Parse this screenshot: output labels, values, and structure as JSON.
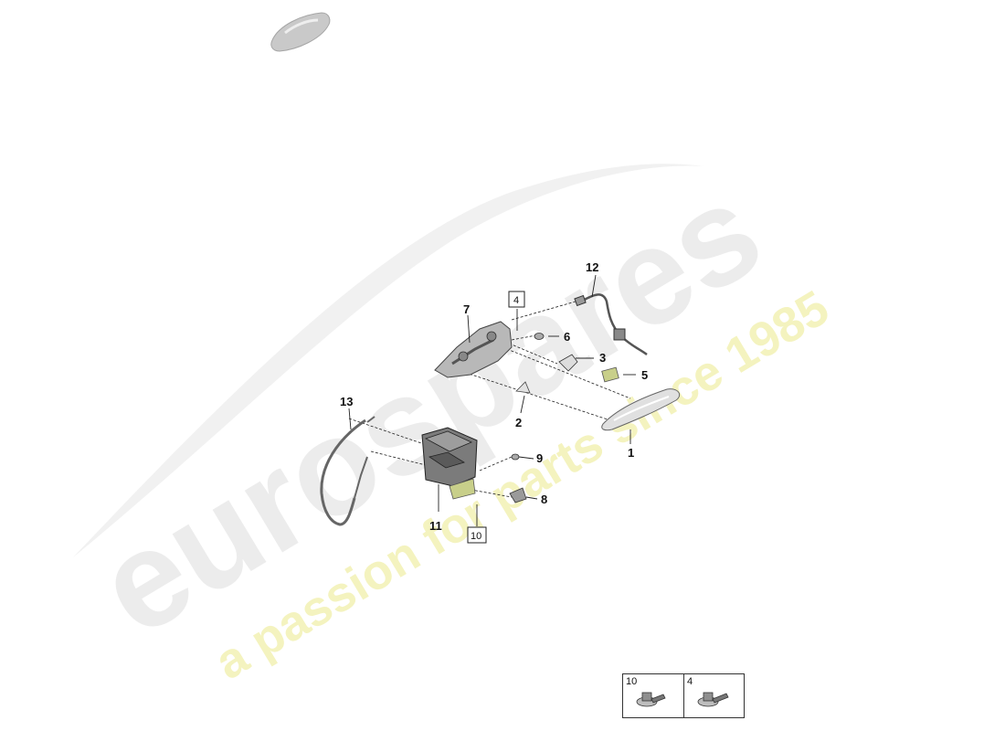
{
  "watermark": {
    "brand": "eurospares",
    "tagline": "a passion for parts since 1985"
  },
  "callouts": {
    "c1": "1",
    "c2": "2",
    "c3": "3",
    "c4": "4",
    "c5": "5",
    "c6": "6",
    "c7": "7",
    "c8": "8",
    "c9": "9",
    "c10": "10",
    "c11": "11",
    "c12": "12",
    "c13": "13"
  },
  "legend": {
    "items": [
      {
        "number": "10",
        "icon": "flange-screw-icon"
      },
      {
        "number": "4",
        "icon": "flange-screw-icon"
      }
    ]
  },
  "colors": {
    "part_gray": "#9a9a9a",
    "part_dark": "#4a4a4a",
    "accent_green": "#c8cf8a",
    "watermark_gray": "#e6e6e6",
    "watermark_yellow": "#f3f2b8"
  }
}
